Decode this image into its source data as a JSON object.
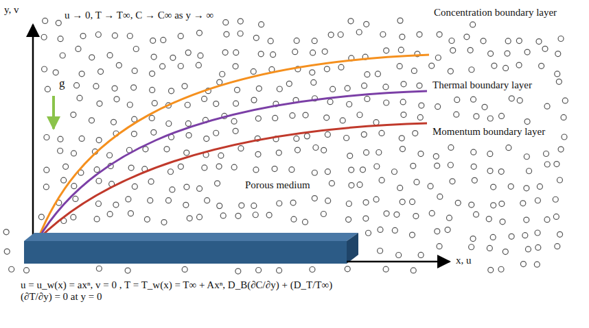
{
  "diagram": {
    "labels": [
      "y, v",
      "u → 0, T → T∞, C → C∞ as y → ∞",
      "g",
      "Concentration boundary layer",
      "Thermal boundary layer",
      "Momentum boundary layer",
      "Porous medium",
      "x, u",
      "u = u_w(x) = axⁿ, v = 0 , T = T_w(x) = T∞ + Axⁿ, D_B(∂C/∂y) + (D_T/T∞)(∂T/∂y) = 0 at y = 0"
    ]
  }
}
